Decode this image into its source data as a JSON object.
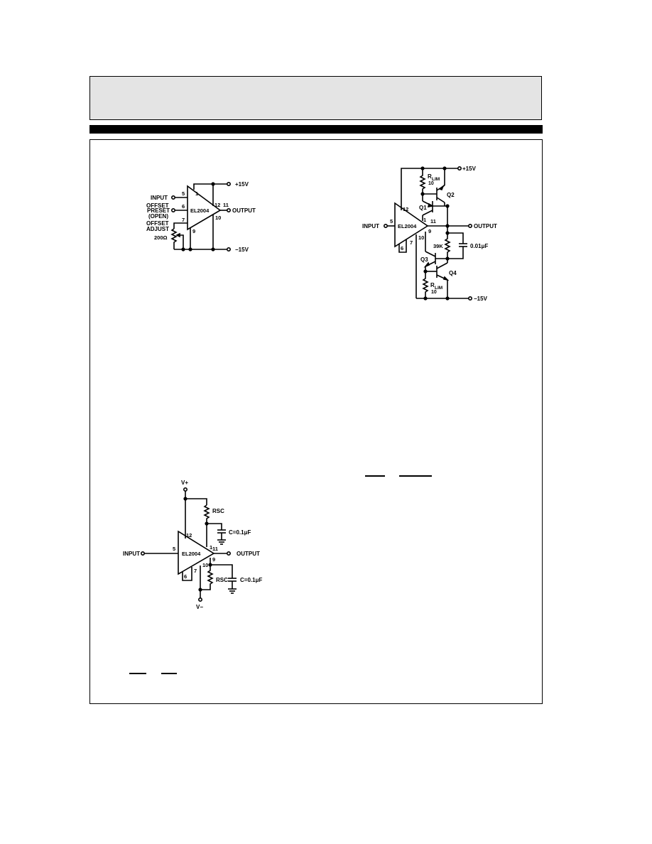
{
  "page": {
    "header_box": "",
    "fractions": {
      "left": [
        "",
        ""
      ],
      "right": [
        "",
        ""
      ]
    }
  },
  "figure1": {
    "device": "EL2004",
    "labels": {
      "input": "INPUT",
      "offset_preset_1": "OFFSET",
      "offset_preset_2": "PRESET",
      "offset_preset_3": "(OPEN)",
      "offset_adjust_1": "OFFSET",
      "offset_adjust_2": "ADJUST",
      "pot_value": "200Ω",
      "output": "OUTPUT",
      "vpos": "+15V",
      "vneg": "−15V"
    },
    "pins": {
      "p5": "5",
      "p6": "6",
      "p7": "7",
      "p1": "1",
      "p12": "12",
      "p11": "11",
      "p10": "10",
      "p9": "9"
    }
  },
  "figure2": {
    "device": "EL2004",
    "labels": {
      "input": "INPUT",
      "output": "OUTPUT",
      "vpos": "+15V",
      "vneg": "−15V",
      "rlim_top": "R",
      "rlim_top_sub": "LIM",
      "rlim_top_val": "10",
      "rlim_bot": "R",
      "rlim_bot_sub": "LIM",
      "rlim_bot_val": "10",
      "q1": "Q1",
      "q2": "Q2",
      "q3": "Q3",
      "q4": "Q4",
      "r39k": "39K",
      "cap": "0.01μF"
    },
    "pins": {
      "p5": "5",
      "p12": "12",
      "p1": "1",
      "p11": "11",
      "p9": "9",
      "p10": "10",
      "p7": "7",
      "p6": "6"
    }
  },
  "figure3": {
    "device": "EL2004",
    "labels": {
      "input": "INPUT",
      "output": "OUTPUT",
      "vpos": "V+",
      "vneg": "V−",
      "rsc_top": "RSC",
      "rsc_bot": "RSC",
      "cap_top": "C=0.1μF",
      "cap_bot": "C=0.1μF"
    },
    "pins": {
      "p5": "5",
      "p12": "12",
      "p1": "1",
      "p11": "11",
      "p9": "9",
      "p10": "10",
      "p7": "7",
      "p6": "6"
    }
  }
}
